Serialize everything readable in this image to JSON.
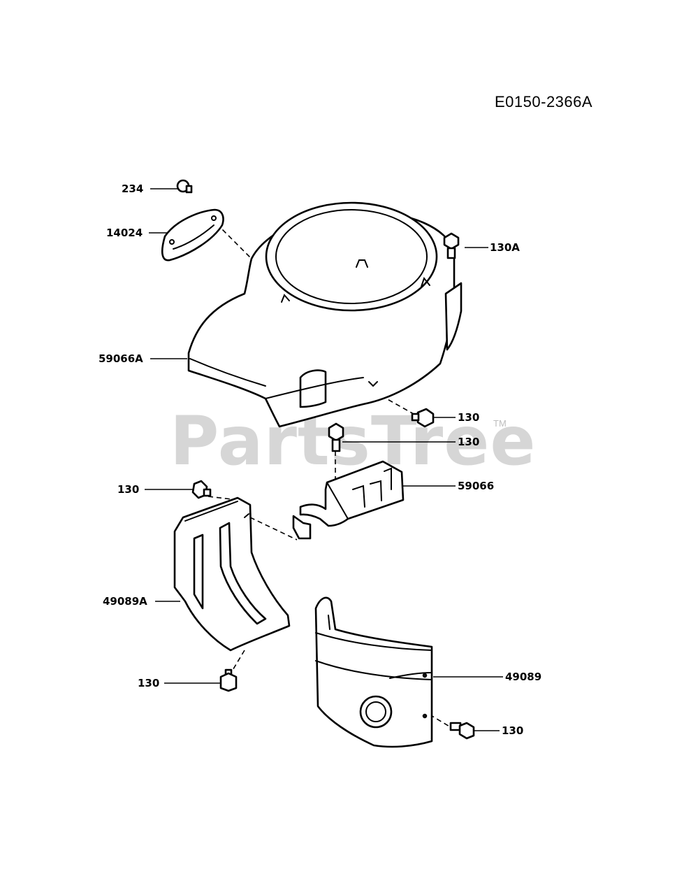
{
  "diagram": {
    "code": "E0150-2366A",
    "watermark": "PartsTree",
    "trademark": "TM",
    "callouts": {
      "c234": "234",
      "c14024": "14024",
      "c130A": "130A",
      "c59066A": "59066A",
      "c130_housing": "130",
      "c130_bracket": "130",
      "c59066": "59066",
      "c130_leftcover": "130",
      "c49089A": "49089A",
      "c130_bottom": "130",
      "c49089": "49089",
      "c130_right": "130"
    }
  }
}
